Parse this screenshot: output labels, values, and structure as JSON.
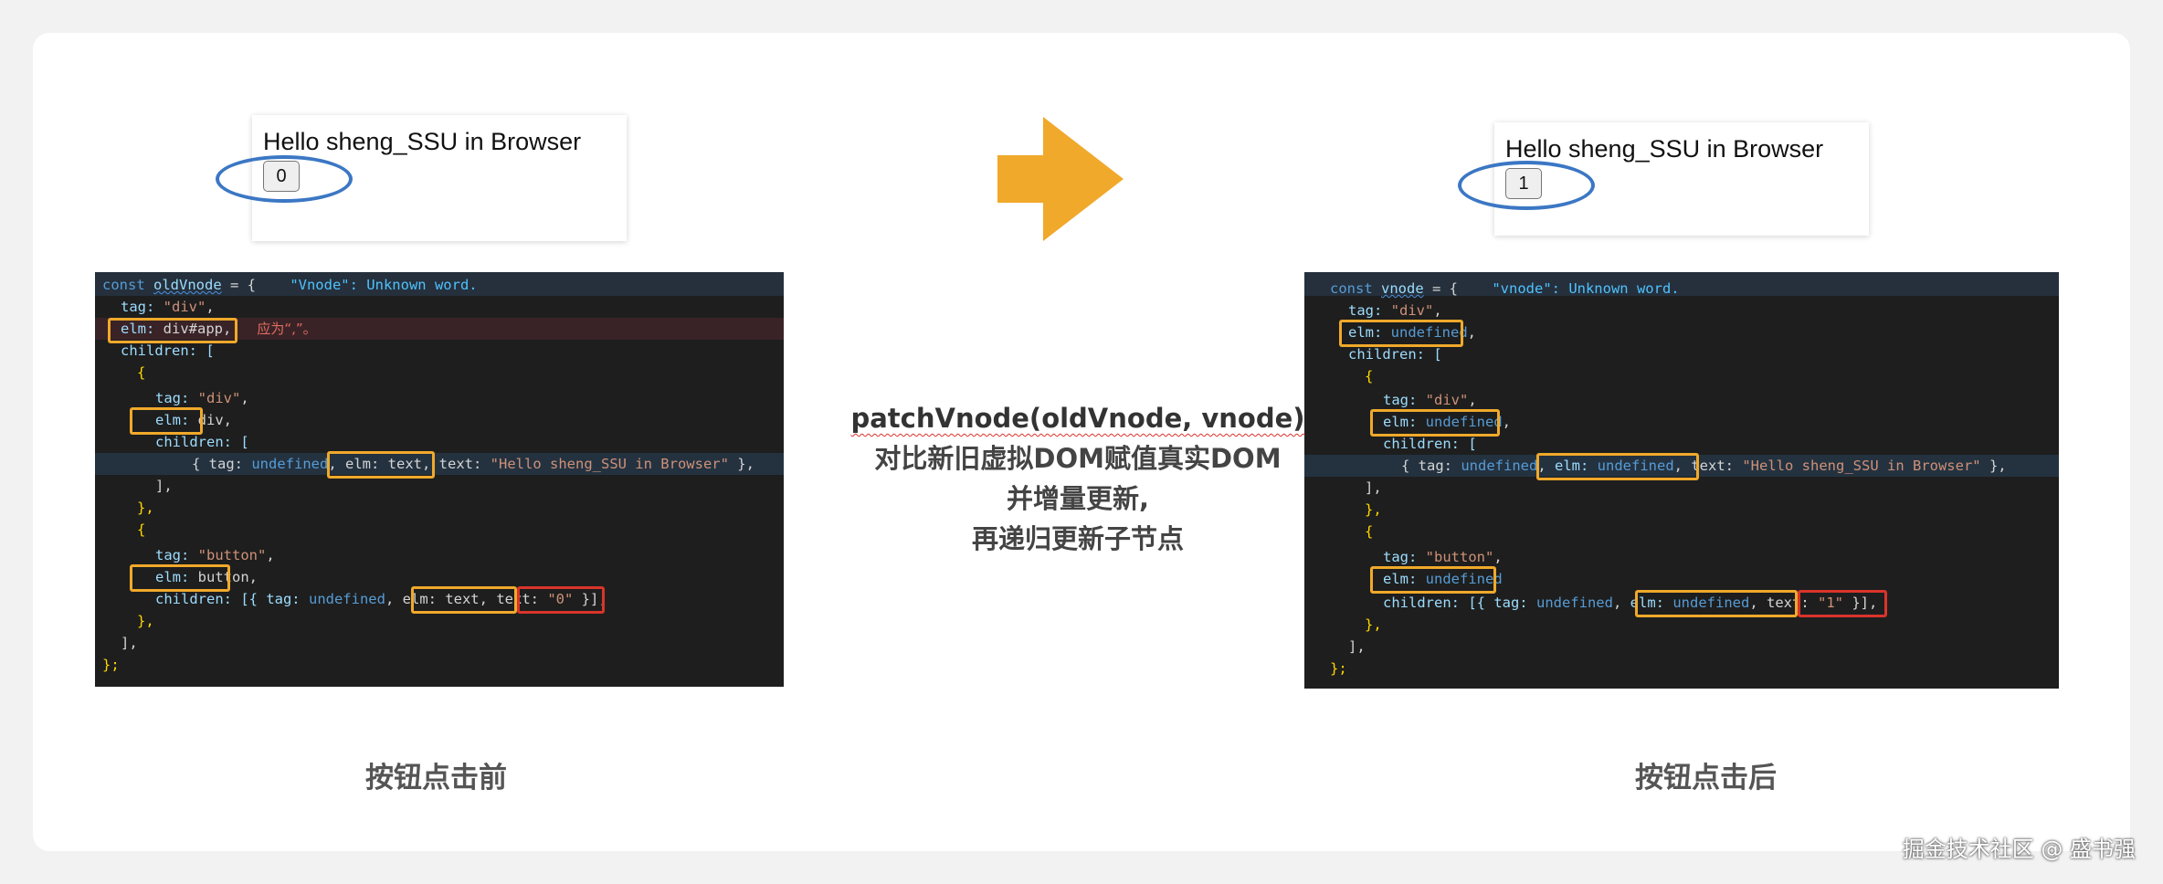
{
  "colors": {
    "arrow": "#f0a92a",
    "highlight_box": "#f0a92a",
    "changed_box": "#d9342b",
    "ellipse": "#3b77c4"
  },
  "left": {
    "preview_text": "Hello sheng_SSU in Browser",
    "button_value": "0",
    "caption": "按钮点击前",
    "code": {
      "l1_const": "const ",
      "l1_var": "oldVnode",
      "l1_rest": " = {",
      "l1_hint": "\"Vnode\": Unknown word.",
      "l2_key": "tag: ",
      "l2_val": "\"div\"",
      "l3_key": "elm: ",
      "l3_val": "div#app,",
      "l3_error": "应为“,”。",
      "l4": "children: [",
      "l5": "{",
      "l6_key": "tag: ",
      "l6_val": "\"div\"",
      "l7_key": "elm: ",
      "l7_val": "div,",
      "l8": "children: [",
      "l9_a": "{ tag: ",
      "l9_und": "undefined",
      "l9_b": "elm: text",
      "l9_c": " text: ",
      "l9_str": "\"Hello sheng_SSU in Browser\"",
      "l9_d": " },",
      "l10": "],",
      "l11": "},",
      "l12": "{",
      "l13_key": "tag: ",
      "l13_val": "\"button\"",
      "l14_key": "elm: ",
      "l14_val": "button,",
      "l15_a": "children: [{ tag: ",
      "l15_und": "undefined",
      "l15_b": "elm: text",
      "l15_c": "text: ",
      "l15_str": "\"0\"",
      "l15_d": " }],",
      "l16": "},",
      "l17": "],",
      "l18": "};"
    }
  },
  "right": {
    "preview_text": "Hello sheng_SSU in Browser",
    "button_value": "1",
    "caption": "按钮点击后",
    "code": {
      "l1_const": "const ",
      "l1_var": "vnode",
      "l1_rest": " = {",
      "l1_hint": "\"vnode\": Unknown word.",
      "l2_key": "tag: ",
      "l2_val": "\"div\"",
      "l3_key": "elm: ",
      "l3_val": "undefined",
      "l4": "children: [",
      "l5": "{",
      "l6_key": "tag: ",
      "l6_val": "\"div\"",
      "l7_key": "elm: ",
      "l7_val": "undefined",
      "l8": "children: [",
      "l9_a": "{ tag: ",
      "l9_und": "undefined",
      "l9_b_key": "elm: ",
      "l9_b_val": "undefined",
      "l9_c": " text: ",
      "l9_str": "\"Hello sheng_SSU in Browser\"",
      "l9_d": " },",
      "l10": "],",
      "l11": "},",
      "l12": "{",
      "l13_key": "tag: ",
      "l13_val": "\"button\"",
      "l14_key": "elm: ",
      "l14_val": "undefined",
      "l15_a": "children: [{ tag: ",
      "l15_und": "undefined",
      "l15_b_key": "elm: ",
      "l15_b_val": "undefined",
      "l15_c": "text: ",
      "l15_str": "\"1\"",
      "l15_d": " }],",
      "l16": "},",
      "l17": "],",
      "l18": "};"
    }
  },
  "center": {
    "title": "patchVnode(oldVnode, vnode)",
    "line2": "对比新旧虚拟DOM赋值真实DOM",
    "line3": "并增量更新,",
    "line4": "再递归更新子节点"
  },
  "watermark": "掘金技术社区 @ 盛书强"
}
